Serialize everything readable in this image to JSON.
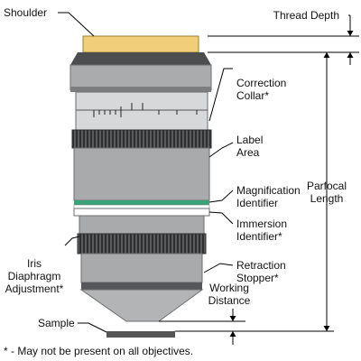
{
  "labels": {
    "shoulder": "Shoulder",
    "thread_depth": "Thread Depth",
    "correction_collar": [
      "Correction",
      "Collar*"
    ],
    "label_area": [
      "Label",
      "Area"
    ],
    "magnification_identifier": [
      "Magnification",
      "Identifier"
    ],
    "immersion_identifier": [
      "Immersion",
      "Identifier*"
    ],
    "parfocal_length": [
      "Parfocal",
      "Length"
    ],
    "iris_diaphragm": [
      "Iris",
      "Diaphragm",
      "Adjustment*"
    ],
    "retraction_stopper": [
      "Retraction",
      "Stopper*"
    ],
    "working_distance": [
      "Working",
      "Distance"
    ],
    "sample": "Sample"
  },
  "footnote": "* - May not be present on all objectives.",
  "colors": {
    "shoulder_thread": "#f1cf7a",
    "barrel": "#a6a8aa",
    "barrel_dark": "#6e7072",
    "knurl": "#4a4b4d",
    "magnification_band": "#3aa37a",
    "sample": "#555555"
  }
}
